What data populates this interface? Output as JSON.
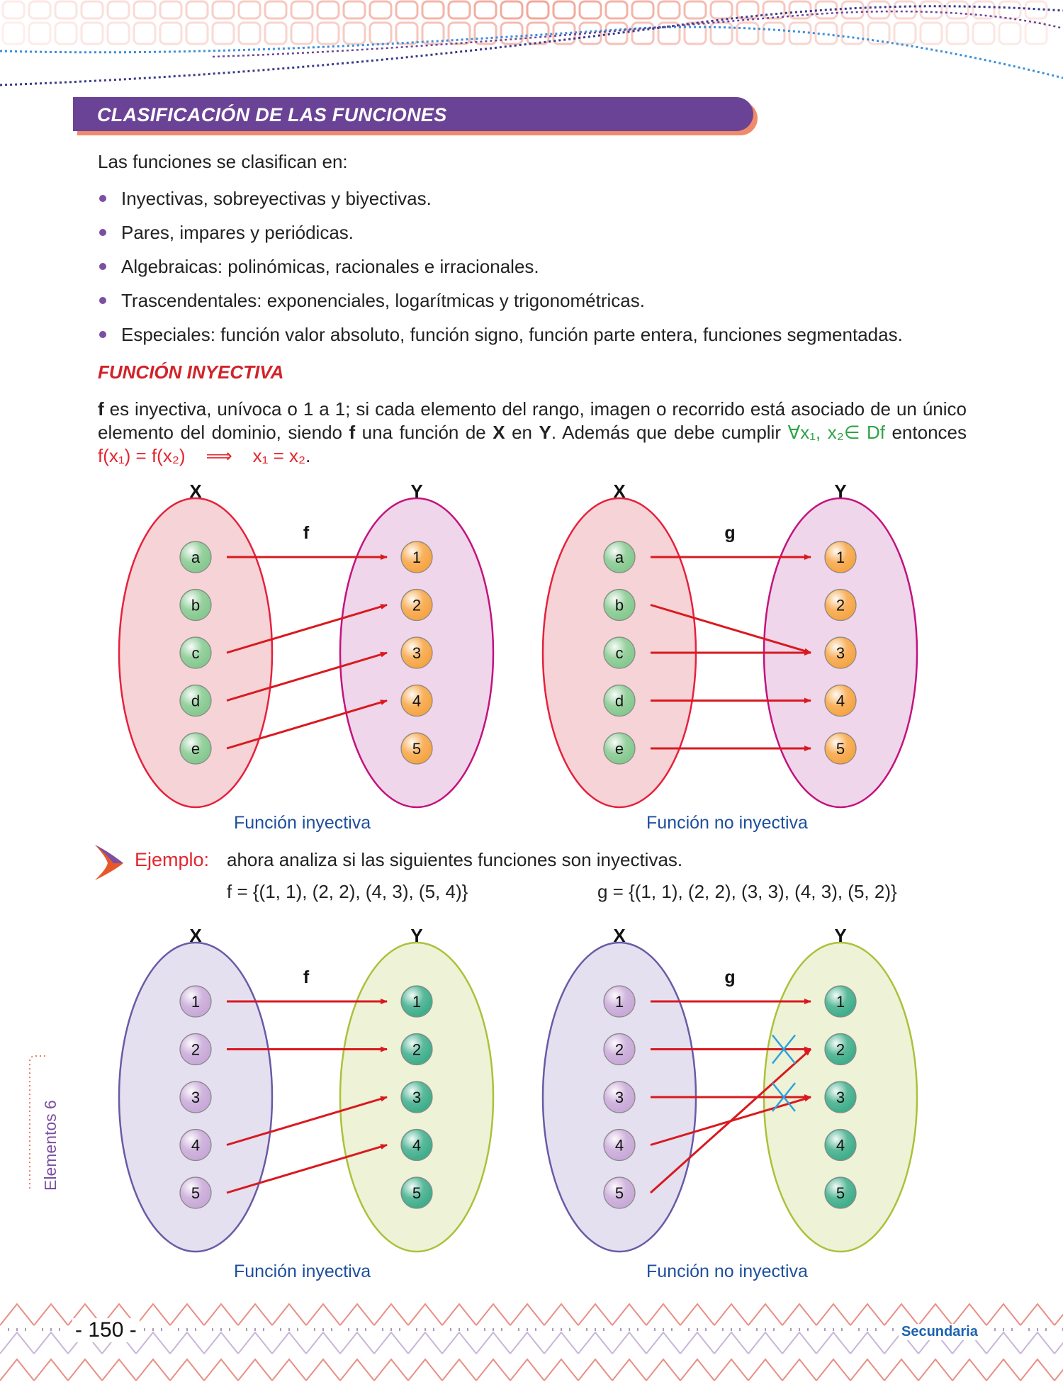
{
  "section": {
    "title": "CLASIFICACIÓN DE LAS FUNCIONES"
  },
  "intro": "Las funciones se clasifican en:",
  "classifications": [
    "Inyectivas, sobreyectivas y biyectivas.",
    "Pares, impares y periódicas.",
    "Algebraicas: polinómicas, racionales e irracionales.",
    "Trascendentales: exponenciales, logarítmicas y trigonométricas.",
    "Especiales: función valor absoluto, función signo, función parte entera, funciones segmentadas."
  ],
  "subheading": "FUNCIÓN INYECTIVA",
  "definition": {
    "f1": "f",
    "t1": " es inyectiva, unívoca o 1 a 1; si cada elemento del rango, imagen o recorrido está asociado de un único elemento del dominio, siendo ",
    "f2": "f",
    "t2": " una función de ",
    "X": "X",
    "t3": " en ",
    "Y": "Y",
    "t4": ". Además que debe cumplir ",
    "forall": "∀x₁, x₂∈ Df",
    "t5": " entonces ",
    "cond": "f(x₁) = f(x₂)    ⟹    x₁ = x₂",
    "t6": "."
  },
  "diagrams": [
    {
      "set_x": "X",
      "set_y": "Y",
      "fname": "f",
      "domain": [
        "a",
        "b",
        "c",
        "d",
        "e"
      ],
      "codomain": [
        "1",
        "2",
        "3",
        "4",
        "5"
      ],
      "arrows": [
        [
          "a",
          "1"
        ],
        [
          "c",
          "2"
        ],
        [
          "d",
          "3"
        ],
        [
          "e",
          "4"
        ]
      ],
      "crossed": [],
      "caption": "Función inyectiva",
      "colors": {
        "x_fill": "#f6d3d6",
        "x_stroke": "#e5213d",
        "y_fill": "#efd6ea",
        "y_stroke": "#c2137e",
        "x_ball": "#86c98f",
        "y_ball": "#f7a544"
      }
    },
    {
      "set_x": "X",
      "set_y": "Y",
      "fname": "g",
      "domain": [
        "a",
        "b",
        "c",
        "d",
        "e"
      ],
      "codomain": [
        "1",
        "2",
        "3",
        "4",
        "5"
      ],
      "arrows": [
        [
          "a",
          "1"
        ],
        [
          "b",
          "3"
        ],
        [
          "c",
          "3"
        ],
        [
          "d",
          "4"
        ],
        [
          "e",
          "5"
        ]
      ],
      "crossed": [],
      "caption": "Función no inyectiva",
      "colors": {
        "x_fill": "#f6d3d6",
        "x_stroke": "#e5213d",
        "y_fill": "#efd6ea",
        "y_stroke": "#c2137e",
        "x_ball": "#86c98f",
        "y_ball": "#f7a544"
      }
    },
    {
      "set_x": "X",
      "set_y": "Y",
      "fname": "f",
      "domain": [
        "1",
        "2",
        "3",
        "4",
        "5"
      ],
      "codomain": [
        "1",
        "2",
        "3",
        "4",
        "5"
      ],
      "arrows": [
        [
          "1",
          "1"
        ],
        [
          "2",
          "2"
        ],
        [
          "4",
          "3"
        ],
        [
          "5",
          "4"
        ]
      ],
      "crossed": [],
      "caption": "Función inyectiva",
      "colors": {
        "x_fill": "#e4e0ef",
        "x_stroke": "#6a5aa6",
        "y_fill": "#eef2d6",
        "y_stroke": "#a9c23a",
        "x_ball": "#c8a9d8",
        "y_ball": "#3fae8a"
      }
    },
    {
      "set_x": "X",
      "set_y": "Y",
      "fname": "g",
      "domain": [
        "1",
        "2",
        "3",
        "4",
        "5"
      ],
      "codomain": [
        "1",
        "2",
        "3",
        "4",
        "5"
      ],
      "arrows": [
        [
          "1",
          "1"
        ],
        [
          "2",
          "2"
        ],
        [
          "3",
          "3"
        ],
        [
          "4",
          "3"
        ],
        [
          "5",
          "2"
        ]
      ],
      "crossed": [
        "2",
        "3"
      ],
      "caption": "Función no inyectiva",
      "colors": {
        "x_fill": "#e4e0ef",
        "x_stroke": "#6a5aa6",
        "y_fill": "#eef2d6",
        "y_stroke": "#a9c23a",
        "x_ball": "#c8a9d8",
        "y_ball": "#3fae8a"
      }
    }
  ],
  "example": {
    "label": "Ejemplo:",
    "text": "ahora analiza si las siguientes funciones son inyectivas.",
    "set_f": "f = {(1, 1), (2, 2), (4, 3), (5, 4)}",
    "set_g": "g = {(1, 1), (2, 2), (3, 3), (4, 3), (5, 2)}"
  },
  "side_label": "Elementos 6",
  "page_number": "- 150 -",
  "footer_brand": "Secundaria",
  "colors": {
    "accent": "#6b4396",
    "heading_red": "#d2232a",
    "arrow": "#d9191f",
    "caption": "#1e4f9c"
  }
}
